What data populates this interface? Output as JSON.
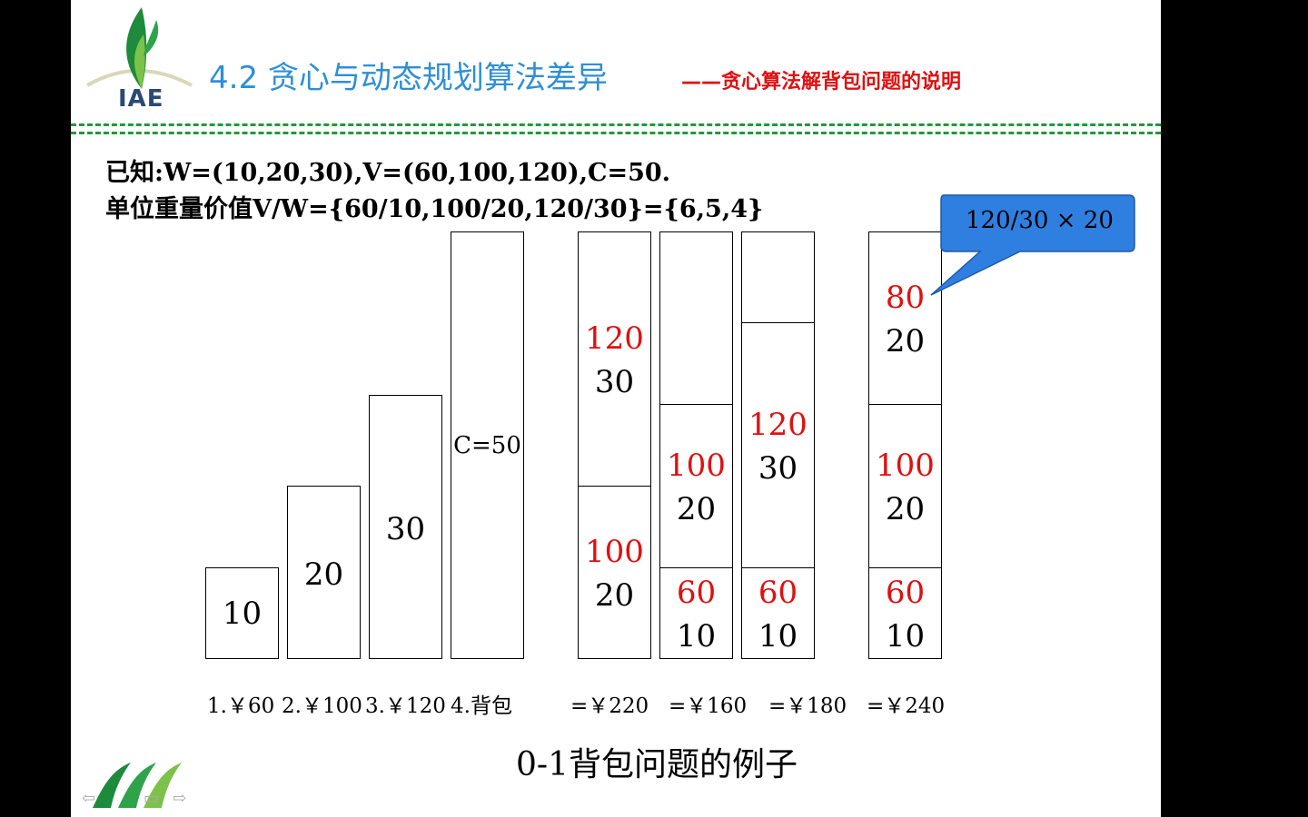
{
  "header": {
    "logo_text": "IAE",
    "title": "4.2 贪心与动态规划算法差异",
    "subtitle": "——贪心算法解背包问题的说明"
  },
  "given_line": "已知:W=(10,20,30),V=(60,100,120),C=50.",
  "unit_value_line": "单位重量价值V/W={60/10,100/20,120/30}={6,5,4}",
  "items": [
    {
      "weight": "10",
      "caption": "1.￥60"
    },
    {
      "weight": "20",
      "caption": "2.￥100"
    },
    {
      "weight": "30",
      "caption": "3.￥120"
    },
    {
      "weight": "C=50",
      "caption": "4.背包"
    }
  ],
  "solutions": [
    {
      "caption": "=￥220",
      "segments": [
        {
          "value": "120",
          "weight": "30"
        },
        {
          "value": "100",
          "weight": "20"
        }
      ]
    },
    {
      "caption": "=￥160",
      "segments": [
        {
          "value": "",
          "weight": ""
        },
        {
          "value": "100",
          "weight": "20"
        },
        {
          "value": "60",
          "weight": "10"
        }
      ]
    },
    {
      "caption": "=￥180",
      "segments": [
        {
          "value": "",
          "weight": ""
        },
        {
          "value": "120",
          "weight": "30"
        },
        {
          "value": "60",
          "weight": "10"
        }
      ]
    },
    {
      "caption": "=￥240",
      "segments": [
        {
          "value": "80",
          "weight": "20"
        },
        {
          "value": "100",
          "weight": "20"
        },
        {
          "value": "60",
          "weight": "10"
        }
      ]
    }
  ],
  "callout": "120/30 × 20",
  "figure_caption": "0-1背包问题的例子",
  "nav": {
    "prev": "⇦",
    "home": "▭",
    "next": "⇨"
  },
  "colors": {
    "title_blue": "#2e8fd6",
    "accent_red": "#e01010",
    "divider_green": "#1f9a3a",
    "callout_blue": "#2f7fe0"
  }
}
